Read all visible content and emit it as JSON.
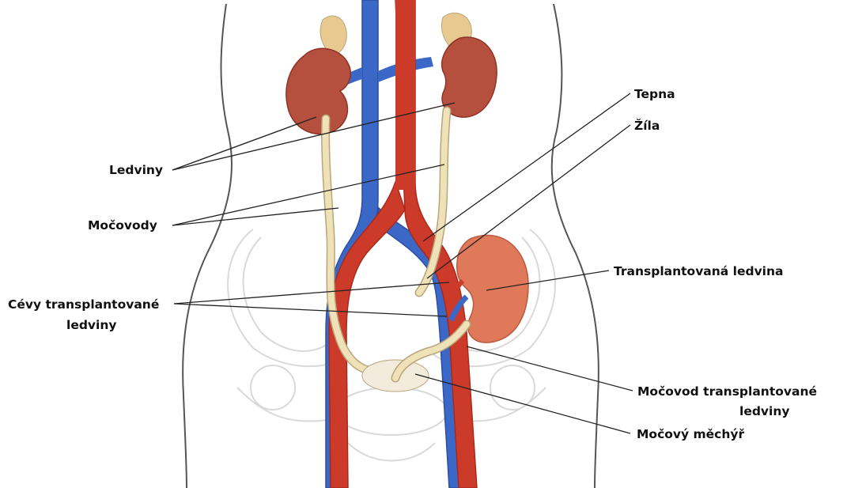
{
  "labels": {
    "ledviny": "Ledviny",
    "mocovody": "Močovody",
    "cevy_line1": "Cévy transplantované",
    "cevy_line2": "ledviny",
    "tepna": "Tepna",
    "zila": "Žíla",
    "transplantovana_ledvina": "Transplantovaná ledvina",
    "mocovod_tx_line1": "Močovod transplantované",
    "mocovod_tx_line2": "ledviny",
    "mocovy_mechyr": "Močový měchýř"
  },
  "colors": {
    "artery": "#cc3a2a",
    "artery_dark": "#a92a1c",
    "vein": "#3b67c7",
    "vein_dark": "#2a4fa6",
    "kidney": "#b5503e",
    "kidney_dark": "#8f3327",
    "transplant_kidney": "#e0785a",
    "adrenal": "#e8c98f",
    "ureter": "#f0e2b8",
    "ureter_edge": "#b9a57a",
    "bladder": "#f3ecdc",
    "bone": "#d9d9d9",
    "body_outline": "#555555",
    "label_line": "#222222"
  }
}
